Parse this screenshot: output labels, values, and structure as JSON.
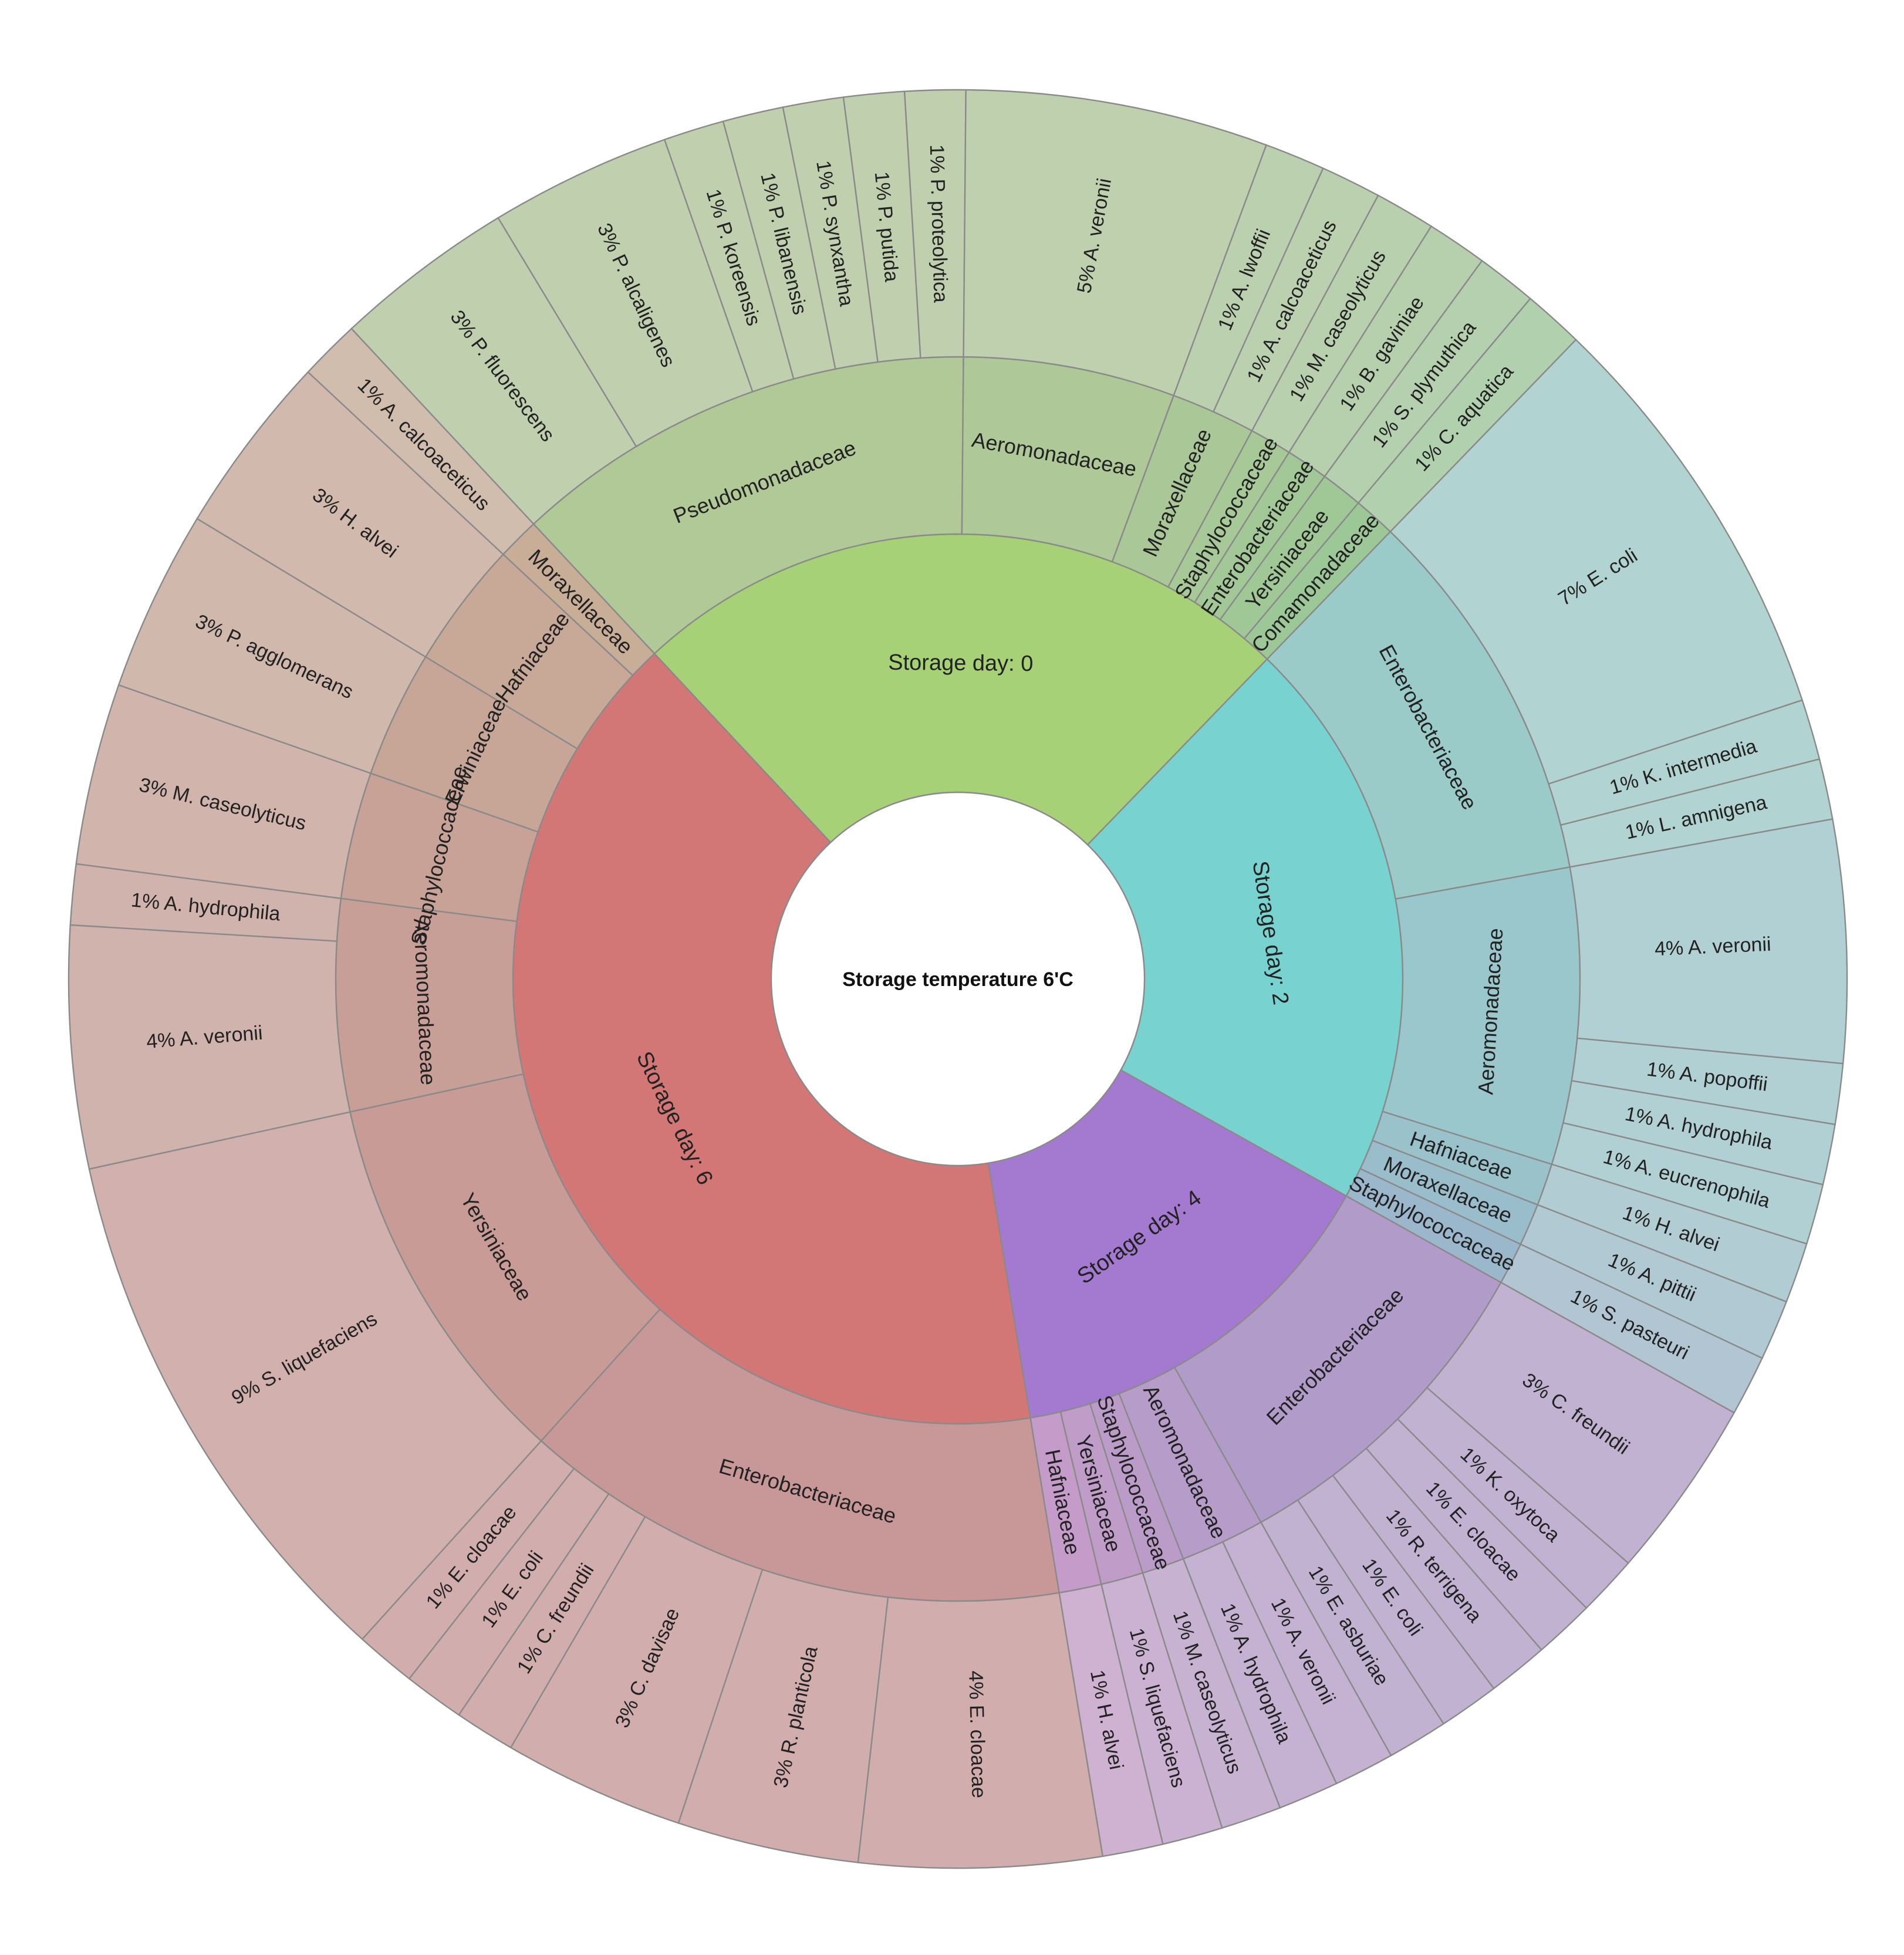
{
  "chart_data": {
    "type": "sunburst",
    "title": "Storage temperature 6'C",
    "levels": [
      "storage day",
      "family",
      "species"
    ],
    "children": [
      {
        "name": "Storage day: 0",
        "color": "#a6d176",
        "children": [
          {
            "name": "Pseudomonadaceae",
            "children": [
              {
                "name": "P. fluorescens",
                "value": 3
              },
              {
                "name": "P. alcaligenes",
                "value": 3
              },
              {
                "name": "P. koreensis",
                "value": 1
              },
              {
                "name": "P. libanensis",
                "value": 1
              },
              {
                "name": "P. synxantha",
                "value": 1
              },
              {
                "name": "P. putida",
                "value": 1
              },
              {
                "name": "P. proteolytica",
                "value": 1
              }
            ]
          },
          {
            "name": "Aeromonadaceae",
            "children": [
              {
                "name": "A. veronii",
                "value": 5
              }
            ]
          },
          {
            "name": "Moraxellaceae",
            "children": [
              {
                "name": "A. lwoffii",
                "value": 1
              },
              {
                "name": "A. calcoaceticus",
                "value": 1
              }
            ]
          },
          {
            "name": "Staphylococcaceae",
            "children": [
              {
                "name": "M. caseolyticus",
                "value": 1
              }
            ]
          },
          {
            "name": "Enterobacteriaceae",
            "children": [
              {
                "name": "B. gaviniae",
                "value": 1
              }
            ]
          },
          {
            "name": "Yersiniaceae",
            "children": [
              {
                "name": "S. plymuthica",
                "value": 1
              }
            ]
          },
          {
            "name": "Comamonadaceae",
            "children": [
              {
                "name": "C. aquatica",
                "value": 1
              }
            ]
          }
        ]
      },
      {
        "name": "Storage day: 2",
        "color": "#78d3d0",
        "children": [
          {
            "name": "Enterobacteriaceae",
            "children": [
              {
                "name": "E. coli",
                "value": 7
              },
              {
                "name": "K. intermedia",
                "value": 1
              },
              {
                "name": "L. amnigena",
                "value": 1
              }
            ]
          },
          {
            "name": "Aeromonadaceae",
            "children": [
              {
                "name": "A. veronii",
                "value": 4
              },
              {
                "name": "A. popoffii",
                "value": 1
              },
              {
                "name": "A. hydrophila",
                "value": 1
              },
              {
                "name": "A. eucrenophila",
                "value": 1
              }
            ]
          },
          {
            "name": "Hafniaceae",
            "children": [
              {
                "name": "H. alvei",
                "value": 1
              }
            ]
          },
          {
            "name": "Moraxellaceae",
            "children": [
              {
                "name": "A. pittii",
                "value": 1
              }
            ]
          },
          {
            "name": "Staphylococcaceae",
            "children": [
              {
                "name": "S. pasteuri",
                "value": 1
              }
            ]
          }
        ]
      },
      {
        "name": "Storage day: 4",
        "color": "#a37ad0",
        "children": [
          {
            "name": "Enterobacteriaceae",
            "children": [
              {
                "name": "C. freundii",
                "value": 3
              },
              {
                "name": "K. oxytoca",
                "value": 1
              },
              {
                "name": "E. cloacae",
                "value": 1
              },
              {
                "name": "R. terrigena",
                "value": 1
              },
              {
                "name": "E. coli",
                "value": 1
              },
              {
                "name": "E. asburiae",
                "value": 1
              }
            ]
          },
          {
            "name": "Aeromonadaceae",
            "children": [
              {
                "name": "A. veronii",
                "value": 1
              },
              {
                "name": "A. hydrophila",
                "value": 1
              }
            ]
          },
          {
            "name": "Staphylococcaceae",
            "children": [
              {
                "name": "M. caseolyticus",
                "value": 1
              }
            ]
          },
          {
            "name": "Yersiniaceae",
            "children": [
              {
                "name": "S. liquefaciens",
                "value": 1
              }
            ]
          },
          {
            "name": "Hafniaceae",
            "children": [
              {
                "name": "H. alvei",
                "value": 1
              }
            ]
          }
        ]
      },
      {
        "name": "Storage day: 6",
        "color": "#d27676",
        "children": [
          {
            "name": "Enterobacteriaceae",
            "children": [
              {
                "name": "E. cloacae",
                "value": 4
              },
              {
                "name": "R. planticola",
                "value": 3
              },
              {
                "name": "C. davisae",
                "value": 3
              },
              {
                "name": "C. freundii",
                "value": 1
              },
              {
                "name": "E. coli",
                "value": 1
              },
              {
                "name": "E. cloacae",
                "value": 1
              }
            ]
          },
          {
            "name": "Yersiniaceae",
            "children": [
              {
                "name": "S. liquefaciens",
                "value": 9
              }
            ]
          },
          {
            "name": "Aeromonadaceae",
            "children": [
              {
                "name": "A. veronii",
                "value": 4
              },
              {
                "name": "A. hydrophila",
                "value": 1
              }
            ]
          },
          {
            "name": "Staphylococcaceae",
            "children": [
              {
                "name": "M. caseolyticus",
                "value": 3
              }
            ]
          },
          {
            "name": "Erwiniaceae",
            "children": [
              {
                "name": "P. agglomerans",
                "value": 3
              }
            ]
          },
          {
            "name": "Hafniaceae",
            "children": [
              {
                "name": "H. alvei",
                "value": 3
              }
            ]
          },
          {
            "name": "Moraxellaceae",
            "children": [
              {
                "name": "A. calcoaceticus",
                "value": 1
              }
            ]
          }
        ]
      }
    ]
  }
}
